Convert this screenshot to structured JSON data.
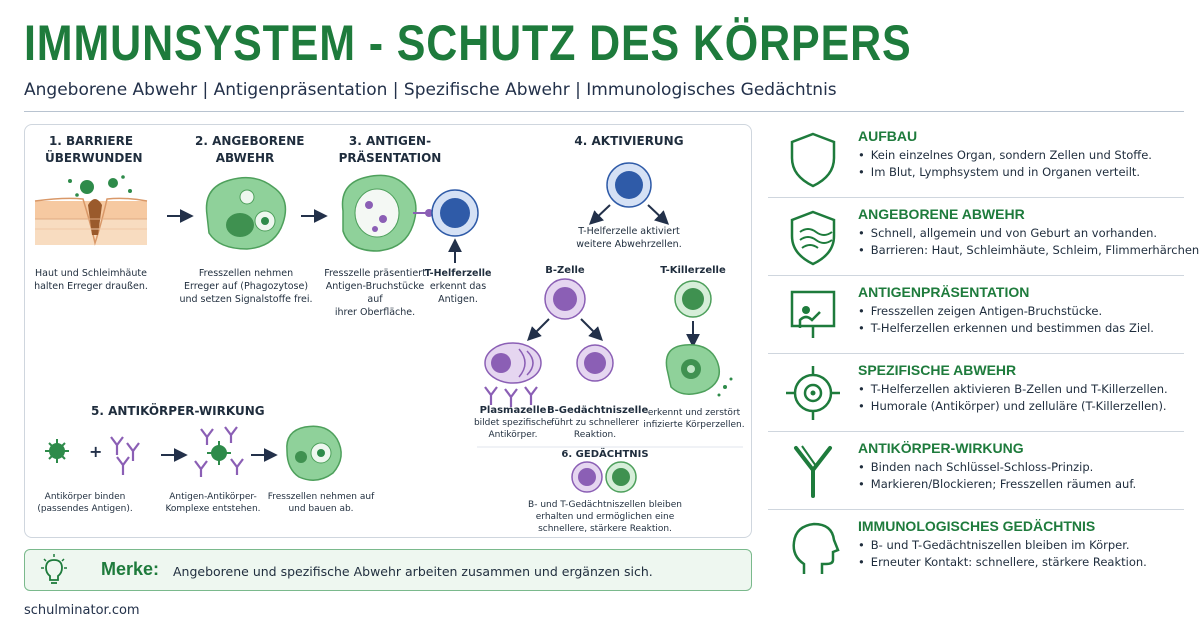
{
  "header": {
    "title": "IMMUNSYSTEM - SCHUTZ DES KÖRPERS",
    "subtitle": "Angeborene Abwehr | Antigenpräsentation | Spezifische Abwehr | Immunologisches Gedächtnis"
  },
  "steps": {
    "s1": {
      "title_line1": "1. BARRIERE",
      "title_line2": "ÜBERWUNDEN",
      "desc_line1": "Haut und Schleimhäute",
      "desc_line2": "halten Erreger draußen."
    },
    "s2": {
      "title_line1": "2. ANGEBORENE",
      "title_line2": "ABWEHR",
      "desc_line1": "Fresszellen nehmen",
      "desc_line2": "Erreger auf (Phagozytose)",
      "desc_line3": "und setzen Signalstoffe frei."
    },
    "s3": {
      "title_line1": "3. ANTIGEN-",
      "title_line2": "PRÄSENTATION",
      "desc_line1": "Fresszelle präsentiert",
      "desc_line2": "Antigen-Bruchstücke auf",
      "desc_line3": "ihrer Oberfläche.",
      "th_label": "T-Helferzelle",
      "th_desc_line1": "erkennt das",
      "th_desc_line2": "Antigen."
    },
    "s4": {
      "title": "4. AKTIVIERUNG",
      "desc_line1": "T-Helferzelle aktiviert",
      "desc_line2": "weitere Abwehrzellen.",
      "b_label": "B-Zelle",
      "tk_label": "T-Killerzelle",
      "plasma_label": "Plasmazelle",
      "plasma_desc_line1": "bildet spezifische",
      "plasma_desc_line2": "Antikörper.",
      "bmem_label": "B-Gedächtniszelle",
      "bmem_desc_line1": "führt zu schnellerer",
      "bmem_desc_line2": "Reaktion.",
      "tk_desc_line1": "erkennt und zerstört",
      "tk_desc_line2": "infizierte Körperzellen."
    },
    "s5": {
      "title": "5. ANTIKÖRPER-WIRKUNG",
      "desc1_line1": "Antikörper binden",
      "desc1_line2": "(passendes Antigen).",
      "desc2_line1": "Antigen-Antikörper-",
      "desc2_line2": "Komplexe entstehen.",
      "desc3_line1": "Fresszellen nehmen auf",
      "desc3_line2": "und bauen ab."
    },
    "s6": {
      "title": "6. GEDÄCHTNIS",
      "desc_line1": "B- und T-Gedächtniszellen bleiben",
      "desc_line2": "erhalten und ermöglichen eine",
      "desc_line3": "schnellere, stärkere Reaktion."
    }
  },
  "merke": {
    "label": "Merke:",
    "text": "Angeborene und spezifische Abwehr arbeiten zusammen und ergänzen sich."
  },
  "footer": "schulminator.com",
  "side": [
    {
      "title": "AUFBAU",
      "icon": "shield-icon",
      "bullets": [
        "Kein einzelnes Organ, sondern Zellen und Stoffe.",
        "Im Blut, Lymphsystem und in Organen verteilt."
      ]
    },
    {
      "title": "ANGEBORENE ABWEHR",
      "icon": "shield-waves-icon",
      "bullets": [
        "Schnell, allgemein und von Geburt an vorhanden.",
        "Barrieren: Haut, Schleimhäute, Schleim, Flimmerhärchen."
      ]
    },
    {
      "title": "ANTIGENPRÄSENTATION",
      "icon": "presentation-icon",
      "bullets": [
        "Fresszellen zeigen Antigen-Bruchstücke.",
        "T-Helferzellen erkennen und bestimmen das Ziel."
      ]
    },
    {
      "title": "SPEZIFISCHE ABWEHR",
      "icon": "target-icon",
      "bullets": [
        "T-Helferzellen aktivieren B-Zellen und T-Killerzellen.",
        "Humorale (Antikörper) und zelluläre (T-Killerzellen)."
      ]
    },
    {
      "title": "ANTIKÖRPER-WIRKUNG",
      "icon": "antibody-icon",
      "bullets": [
        "Binden nach Schlüssel-Schloss-Prinzip.",
        "Markieren/Blockieren; Fresszellen räumen auf."
      ]
    },
    {
      "title": "IMMUNOLOGISCHES GEDÄCHTNIS",
      "icon": "head-icon",
      "bullets": [
        "B- und T-Gedächtniszellen bleiben im Körper.",
        "Erneuter Kontakt: schnellere, stärkere Reaktion."
      ]
    }
  ],
  "colors": {
    "accent": "#1e7b3c",
    "b_cell": "#8b5fb5",
    "t_cell": "#2f5ba8",
    "phagocyte": "#5fb26b"
  }
}
